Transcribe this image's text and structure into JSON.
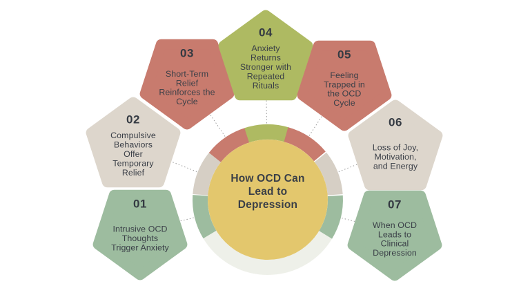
{
  "title": {
    "lines": [
      "How OCD Can",
      "Lead to",
      "Depression"
    ]
  },
  "steps": [
    {
      "number": "01",
      "lines": [
        "Intrusive OCD",
        "Thoughts",
        "Trigger Anxiety"
      ],
      "color": "#9dbc9f",
      "ring_color": "#9dbc9f"
    },
    {
      "number": "02",
      "lines": [
        "Compulsive",
        "Behaviors",
        "Offer",
        "Temporary",
        "Relief"
      ],
      "color": "#ddd6cc",
      "ring_color": "#d6cfc5"
    },
    {
      "number": "03",
      "lines": [
        "Short-Term",
        "Relief",
        "Reinforces the",
        "Cycle"
      ],
      "color": "#c87b6e",
      "ring_color": "#c87b6e"
    },
    {
      "number": "04",
      "lines": [
        "Anxiety",
        "Returns",
        "Stronger with",
        "Repeated",
        "Rituals"
      ],
      "color": "#aeba62",
      "ring_color": "#aeba62"
    },
    {
      "number": "05",
      "lines": [
        "Feeling",
        "Trapped in",
        "the OCD",
        "Cycle"
      ],
      "color": "#c87b6e",
      "ring_color": "#c87b6e"
    },
    {
      "number": "06",
      "lines": [
        "Loss of Joy,",
        "Motivation,",
        "and Energy"
      ],
      "color": "#ddd6cc",
      "ring_color": "#d6cfc5"
    },
    {
      "number": "07",
      "lines": [
        "When OCD",
        "Leads to",
        "Clinical",
        "Depression"
      ],
      "color": "#9dbc9f",
      "ring_color": "#9dbc9f"
    }
  ],
  "colors": {
    "background": "#ffffff",
    "center_fill": "#e3c76d",
    "ring_bottom": "#eef0e9",
    "text": "#3a3f47",
    "number_text": "#343a42",
    "connector": "#9a9a9a"
  }
}
